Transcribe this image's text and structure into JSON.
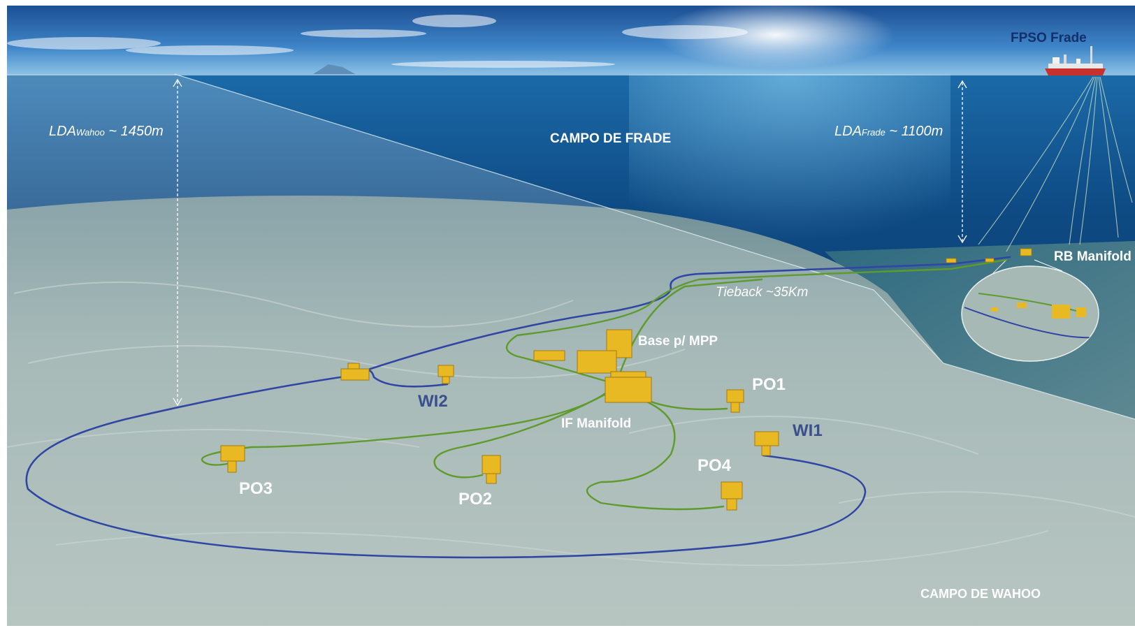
{
  "labels": {
    "fpso": "FPSO Frade",
    "campo_frade": "CAMPO DE FRADE",
    "campo_wahoo": "CAMPO DE WAHOO",
    "lda_wahoo_main": "LDA",
    "lda_wahoo_sub": "Wahoo",
    "lda_wahoo_value": " ~ 1450m",
    "lda_frade_main": "LDA",
    "lda_frade_sub": "Frade",
    "lda_frade_value": " ~ 1100m",
    "tieback": "Tieback ~35Km",
    "rb_manifold": "RB Manifold",
    "base_mpp": "Base p/ MPP",
    "if_manifold": "IF Manifold",
    "wells": {
      "po1": "PO1",
      "po2": "PO2",
      "po3": "PO3",
      "po4": "PO4",
      "wi1": "WI1",
      "wi2": "WI2"
    }
  },
  "colors": {
    "water_injection_line": "#2f46a3",
    "production_line": "#5f9b2c",
    "equipment": "#e8b923",
    "seabed": "#a9b9b4",
    "sky": "#2a6fb8",
    "deep_water": "#0b3b6e"
  }
}
